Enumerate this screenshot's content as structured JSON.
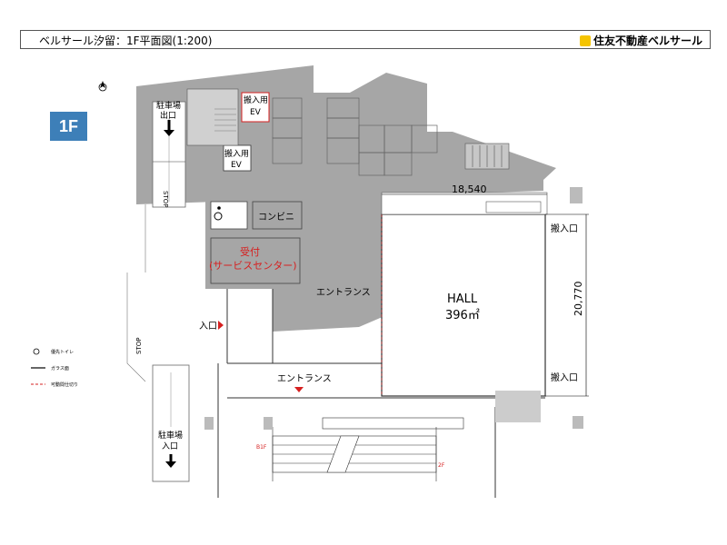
{
  "header": {
    "title": "ベルサール汐留：1F平面図(1:200)",
    "brand": "住友不動産ベルサール"
  },
  "floor_badge": "1F",
  "labels": {
    "parking_exit_1": "駐車場",
    "parking_exit_2": "出口",
    "parking_entry_1": "駐車場",
    "parking_entry_2": "入口",
    "stop_1": "STOP",
    "stop_2": "STOP",
    "freight_ev_top_1": "搬入用",
    "freight_ev_top_2": "EV",
    "freight_ev_mid_1": "搬入用",
    "freight_ev_mid_2": "EV",
    "convenience": "コンビニ",
    "reception_1": "受付",
    "reception_2": "(サービスセンター)",
    "entrance_lobby": "エントランス",
    "entrance_main": "エントランス",
    "entry": "入口",
    "hall_name": "HALL",
    "hall_area": "396㎡",
    "dim_width": "18,540",
    "dim_depth": "20,770",
    "loading_top": "搬入口",
    "loading_bottom": "搬入口",
    "b1f": "B1F",
    "to_2f": "2F"
  },
  "legend": [
    {
      "label": "優先トイレ",
      "icon": "accessible-toilet-icon"
    },
    {
      "label": "ガラス面",
      "icon": "glass-wall-line"
    },
    {
      "label": "可動間仕切り",
      "icon": "movable-partition-line"
    }
  ],
  "colors": {
    "building": "#a6a6a6",
    "wall": "#555555",
    "badge": "#3d7fb8",
    "reception_text": "#d62020",
    "marker": "#d62020"
  }
}
